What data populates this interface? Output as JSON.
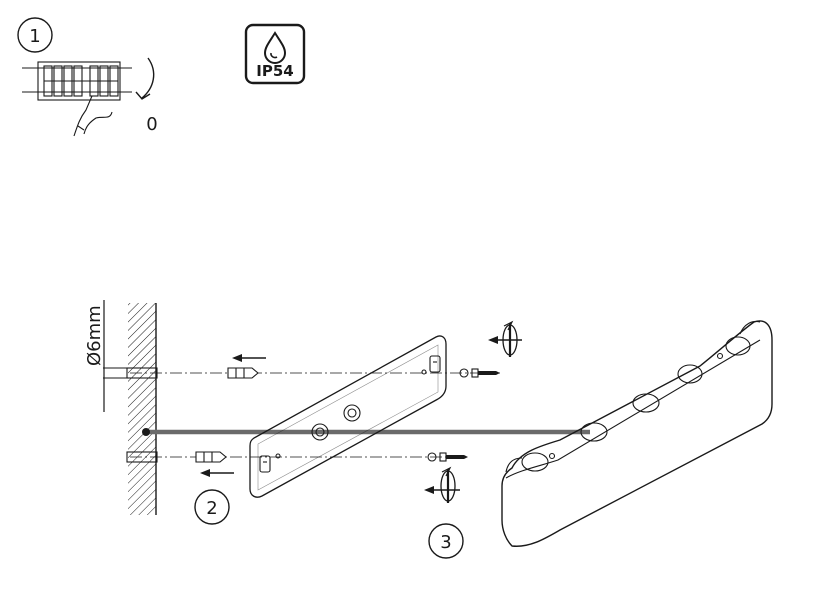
{
  "steps": [
    {
      "number": "1"
    },
    {
      "number": "2"
    },
    {
      "number": "3"
    }
  ],
  "switch_position_label": "0",
  "ip_badge": {
    "text": "IP54",
    "icon": "water-drop-icon"
  },
  "drill_diameter_label": "Ø6mm",
  "colors": {
    "line": "#1a1a1a",
    "cable": "#6b6b6b",
    "background": "#ffffff"
  }
}
